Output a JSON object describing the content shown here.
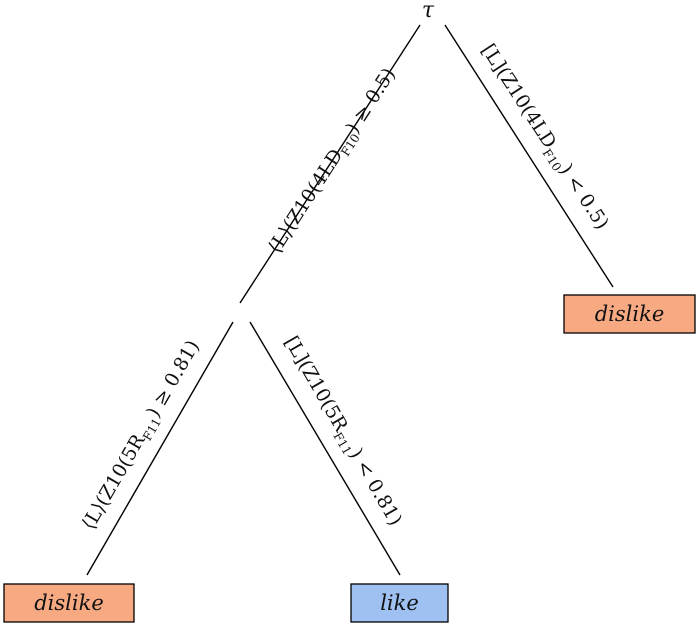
{
  "root": {
    "label": "τ"
  },
  "edges": {
    "left_top": {
      "pre": "⟨L⟩(Z10(4LD",
      "sub": "F10",
      "post": ") ≥ 0.5)"
    },
    "right_top": {
      "pre": "[L](Z10(4LD",
      "sub": "F10",
      "post": ") < 0.5)"
    },
    "left_bottom": {
      "pre": "⟨L⟩(Z10(5R",
      "sub": "F11",
      "post": ") ≥ 0.81)"
    },
    "right_bottom": {
      "pre": "[L](Z10(5R",
      "sub": "F11",
      "post": ") < 0.81)"
    }
  },
  "leaves": {
    "top_right": {
      "label": "dislike",
      "color": "#f7a982"
    },
    "bottom_left": {
      "label": "dislike",
      "color": "#f7a982"
    },
    "bottom_right": {
      "label": "like",
      "color": "#9ec1f2"
    }
  }
}
